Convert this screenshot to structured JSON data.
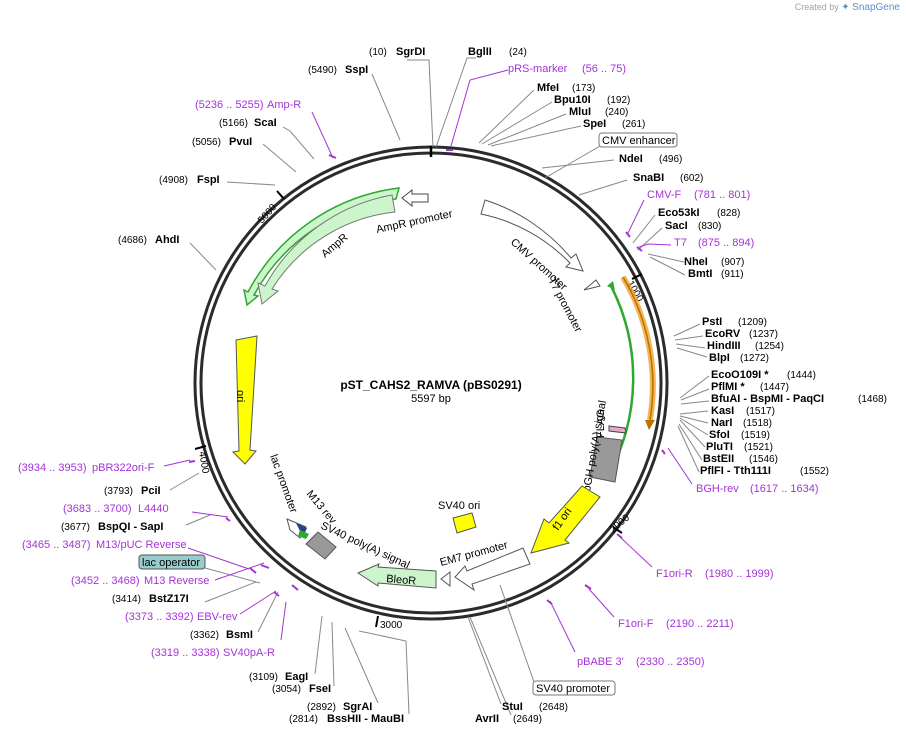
{
  "credit": {
    "prefix": "Created by",
    "brand": "SnapGene"
  },
  "plasmid": {
    "name": "pST_CAHS2_RAMVA (pBS0291)",
    "length": "5597 bp"
  },
  "ticks": [
    "1000",
    "2000",
    "3000",
    "4000",
    "5000"
  ],
  "sites": [
    {
      "pos": "(10)",
      "name": "SgrDI"
    },
    {
      "pos": "(24)",
      "name": "BglII"
    },
    {
      "pos": "(5490)",
      "name": "SspI"
    },
    {
      "pos": "(173)",
      "name": "MfeI"
    },
    {
      "pos": "(192)",
      "name": "Bpu10I"
    },
    {
      "pos": "(240)",
      "name": "MluI"
    },
    {
      "pos": "(261)",
      "name": "SpeI"
    },
    {
      "pos": "(5166)",
      "name": "ScaI"
    },
    {
      "pos": "(5056)",
      "name": "PvuI"
    },
    {
      "pos": "(496)",
      "name": "NdeI"
    },
    {
      "pos": "(602)",
      "name": "SnaBI"
    },
    {
      "pos": "(4908)",
      "name": "FspI"
    },
    {
      "pos": "(828)",
      "name": "Eco53kI"
    },
    {
      "pos": "(830)",
      "name": "SacI"
    },
    {
      "pos": "(4686)",
      "name": "AhdI"
    },
    {
      "pos": "(907)",
      "name": "NheI"
    },
    {
      "pos": "(911)",
      "name": "BmtI"
    },
    {
      "pos": "(1209)",
      "name": "PstI"
    },
    {
      "pos": "(1237)",
      "name": "EcoRV"
    },
    {
      "pos": "(1254)",
      "name": "HindIII"
    },
    {
      "pos": "(1272)",
      "name": "BlpI"
    },
    {
      "pos": "(1444)",
      "name": "EcoO109I *"
    },
    {
      "pos": "(1447)",
      "name": "PflMI *"
    },
    {
      "pos": "(1468)",
      "name": "BfuAI - BspMI - PaqCI"
    },
    {
      "pos": "(1517)",
      "name": "KasI"
    },
    {
      "pos": "(1518)",
      "name": "NarI"
    },
    {
      "pos": "(1519)",
      "name": "SfoI"
    },
    {
      "pos": "(1521)",
      "name": "PluTI"
    },
    {
      "pos": "(1546)",
      "name": "BstEII"
    },
    {
      "pos": "(1552)",
      "name": "PflFI - Tth111I"
    },
    {
      "pos": "(3793)",
      "name": "PciI"
    },
    {
      "pos": "(3677)",
      "name": "BspQI - SapI"
    },
    {
      "pos": "(3414)",
      "name": "BstZ17I"
    },
    {
      "pos": "(3362)",
      "name": "BsmI"
    },
    {
      "pos": "(3109)",
      "name": "EagI"
    },
    {
      "pos": "(3054)",
      "name": "FseI"
    },
    {
      "pos": "(2892)",
      "name": "SgrAI"
    },
    {
      "pos": "(2814)",
      "name": "BssHII - MauBI"
    },
    {
      "pos": "(2648)",
      "name": "StuI"
    },
    {
      "pos": "(2649)",
      "name": "AvrII"
    }
  ],
  "primers": [
    {
      "name": "pRS-marker",
      "range": "(56 .. 75)"
    },
    {
      "name": "Amp-R",
      "range": "(5236 .. 5255)"
    },
    {
      "name": "CMV-F",
      "range": "(781 .. 801)"
    },
    {
      "name": "T7",
      "range": "(875 .. 894)"
    },
    {
      "name": "BGH-rev",
      "range": "(1617 .. 1634)"
    },
    {
      "name": "pBR322ori-F",
      "range": "(3934 .. 3953)"
    },
    {
      "name": "L4440",
      "range": "(3683 .. 3700)"
    },
    {
      "name": "M13/pUC Reverse",
      "range": "(3465 .. 3487)"
    },
    {
      "name": "M13 Reverse",
      "range": "(3452 .. 3468)"
    },
    {
      "name": "EBV-rev",
      "range": "(3373 .. 3392)"
    },
    {
      "name": "SV40pA-R",
      "range": "(3319 .. 3338)"
    },
    {
      "name": "F1ori-R",
      "range": "(1980 .. 1999)"
    },
    {
      "name": "F1ori-F",
      "range": "(2190 .. 2211)"
    },
    {
      "name": "pBABE 3'",
      "range": "(2330 .. 2350)"
    }
  ],
  "features": {
    "cmv_enhancer": "CMV enhancer",
    "lac_operator": "lac operator",
    "sv40_promoter": "SV40 promoter",
    "cmv_promoter": "CMV promoter",
    "t7_promoter": "T7 promoter",
    "ampr_promoter": "AmpR promoter",
    "ampr": "AmpR",
    "ori": "ori",
    "bgh": "bGH poly(A) signal",
    "flag": "FLAG",
    "f1ori": "f1 ori",
    "sv40ori": "SV40 ori",
    "em7": "EM7 promoter",
    "bleor": "BleoR",
    "sv40pa": "SV40 poly(A) signal",
    "m13rev": "M13 rev",
    "lacprom": "lac promoter"
  },
  "colors": {
    "ring": "#2b2b2b",
    "primer": "#a433d6",
    "ampr_fill": "#ccf5cc",
    "yellow": "#ffff00",
    "grey": "#999999",
    "green_line": "#2fa82f",
    "orange": "#f2a12c",
    "lac_operator": "#99cccc"
  }
}
